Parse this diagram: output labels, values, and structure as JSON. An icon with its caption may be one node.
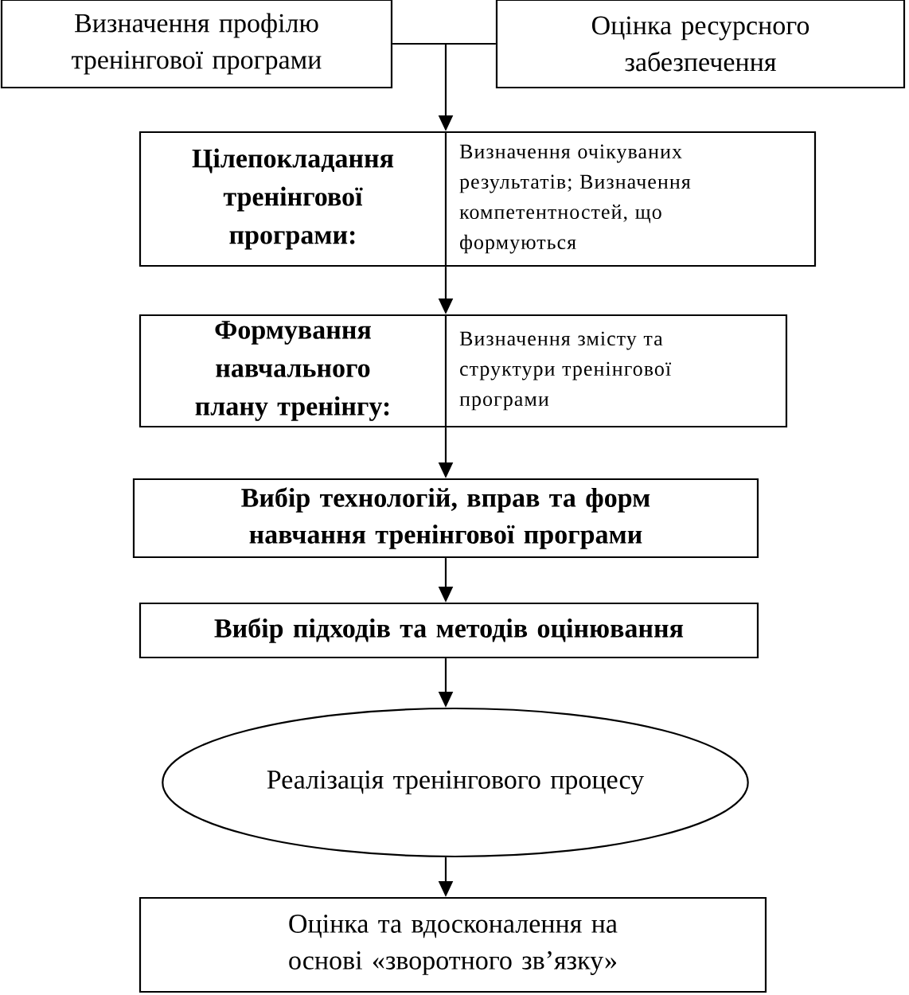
{
  "diagram": {
    "nodes": [
      {
        "text": [
          "Визначення профілю тренінгової програми"
        ]
      },
      {
        "text": [
          "Оцінка ресурсного забезпечення"
        ]
      },
      {
        "text": [
          "Цілепокладання тренінгової програми:",
          "Визначення очікуваних результатів; Визначення компетентностей, що формуються"
        ]
      },
      {
        "text": [
          "Формування навчального плану тренінгу:",
          "Визначення змісту та структури тренінгової програми"
        ]
      },
      {
        "text": [
          "Вибір технологій, вправ та форм навчання тренінгової програми"
        ]
      },
      {
        "text": [
          "Вибір підходів та методів оцінювання"
        ]
      },
      {
        "text": [
          "Реалізація тренінгового процесу"
        ]
      },
      {
        "text": [
          "Оцінка та вдосконалення на основі «зворотного зв’язку»"
        ]
      }
    ],
    "edges": [
      {
        "from": 0,
        "to": 2,
        "arrow": "to"
      },
      {
        "from": 1,
        "to": 2,
        "arrow": "to"
      },
      {
        "from": 2,
        "to": 3,
        "arrow": "to"
      },
      {
        "from": 3,
        "to": 4,
        "arrow": "to"
      },
      {
        "from": 4,
        "to": 5,
        "arrow": "to"
      },
      {
        "from": 5,
        "to": 6,
        "arrow": "to"
      },
      {
        "from": 6,
        "to": 7,
        "arrow": "to"
      }
    ]
  }
}
